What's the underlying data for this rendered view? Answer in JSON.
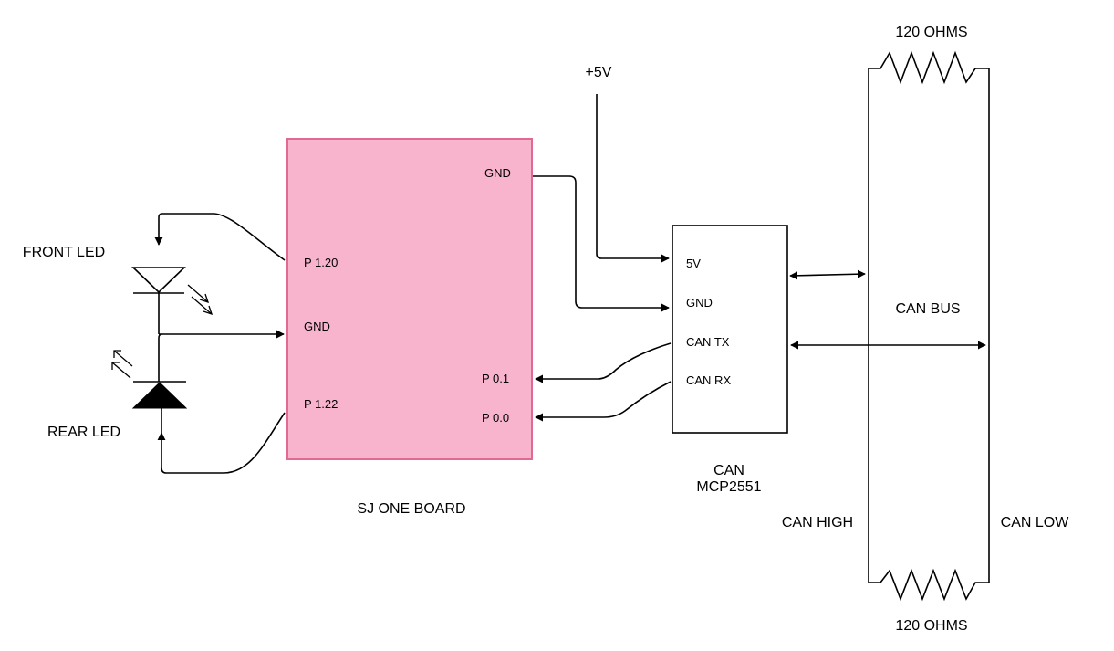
{
  "board": {
    "name": "SJ ONE BOARD",
    "fill": "#f8b4cc",
    "stroke": "#e06a92",
    "pins": {
      "p120": "P 1.20",
      "gnd_left": "GND",
      "p122": "P 1.22",
      "gnd_right": "GND",
      "p01": "P 0.1",
      "p00": "P 0.0"
    }
  },
  "leds": {
    "front": "FRONT LED",
    "rear": "REAR LED"
  },
  "transceiver": {
    "line1": "CAN",
    "line2": "MCP2551",
    "pins": {
      "v5": "5V",
      "gnd": "GND",
      "tx": "CAN TX",
      "rx": "CAN RX"
    }
  },
  "supply": {
    "label": "+5V"
  },
  "bus": {
    "label": "CAN BUS",
    "high": "CAN HIGH",
    "low": "CAN LOW",
    "resistor_top": "120 OHMS",
    "resistor_bottom": "120 OHMS"
  }
}
